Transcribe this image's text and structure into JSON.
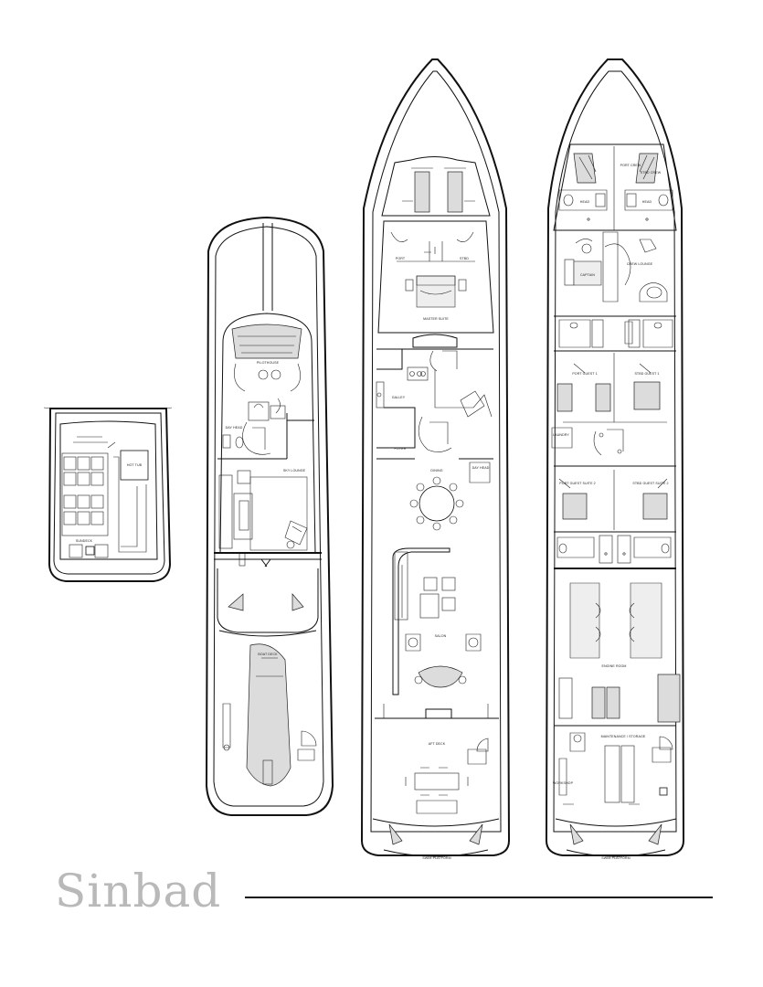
{
  "brand": {
    "name": "Sinbad",
    "color": "#b9b9b9"
  },
  "colors": {
    "line": "#111111",
    "fill_grey": "#dcdcdc"
  },
  "decks": {
    "sun_deck": {
      "labels": {
        "sundeck": "SUNDECK",
        "hot_tub": "HOT TUB"
      }
    },
    "bridge_deck": {
      "labels": {
        "pilothouse": "PILOTHOUSE",
        "day_head": "DAY HEAD",
        "sky_lounge": "SKY LOUNGE",
        "boat_deck": "BOAT DECK"
      }
    },
    "main_deck": {
      "labels": {
        "port": "PORT",
        "stbd": "STBD",
        "master_suite": "MASTER SUITE",
        "galley": "GALLEY",
        "foyer": "FOYER",
        "day_head": "DAY HEAD",
        "dining": "DINING",
        "salon": "SALON",
        "aft_deck": "AFT DECK",
        "swim_platform": "SWIM PLATFORM"
      }
    },
    "lower_deck": {
      "labels": {
        "fwd_port_cabin": "PORT CREW",
        "fwd_stbd_cabin": "STBD CREW",
        "head_port": "HEAD",
        "head_stbd": "HEAD",
        "captain": "CAPTAIN",
        "crew_lounge": "CREW LOUNGE",
        "port_guest": "PORT GUEST 1",
        "stbd_guest": "STBD GUEST 1",
        "laundry": "LAUNDRY",
        "port_guest_2": "PORT GUEST SUITE 2",
        "stbd_guest_2": "STBD GUEST SUITE 2",
        "engine_room": "ENGINE ROOM",
        "maintenance": "MAINTENANCE / STORAGE",
        "workshop": "WORKSHOP",
        "swim_platform": "SWIM PLATFORM"
      }
    }
  }
}
